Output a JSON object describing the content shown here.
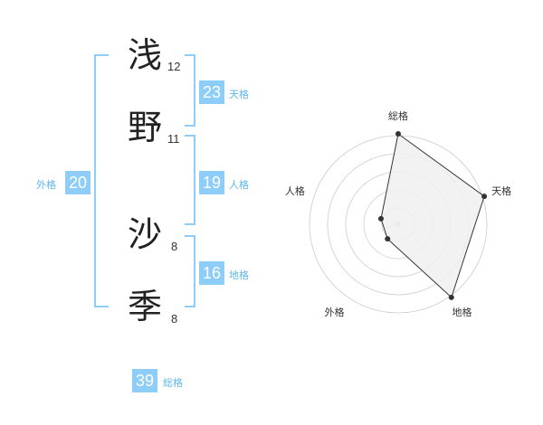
{
  "name": [
    {
      "char": "浅",
      "strokes": "12"
    },
    {
      "char": "野",
      "strokes": "11"
    },
    {
      "char": "沙",
      "strokes": "8"
    },
    {
      "char": "季",
      "strokes": "8"
    }
  ],
  "fortunes": {
    "tenkaku": {
      "label": "天格",
      "value": "23"
    },
    "jinkaku": {
      "label": "人格",
      "value": "19"
    },
    "chikaku": {
      "label": "地格",
      "value": "16"
    },
    "gaikaku": {
      "label": "外格",
      "value": "20"
    },
    "soukaku": {
      "label": "総格",
      "value": "39"
    }
  },
  "radar": {
    "axes": [
      "総格",
      "天格",
      "地格",
      "外格",
      "人格"
    ],
    "levels": [
      5,
      5,
      5,
      1,
      1
    ],
    "max": 5,
    "colors": {
      "fill": "#f0f0f0",
      "stroke": "#333333",
      "grid": "#cccccc",
      "center": "#cccccc"
    }
  },
  "colors": {
    "accent": "#8ecdf7",
    "accent_text": "#5fb6ee"
  }
}
